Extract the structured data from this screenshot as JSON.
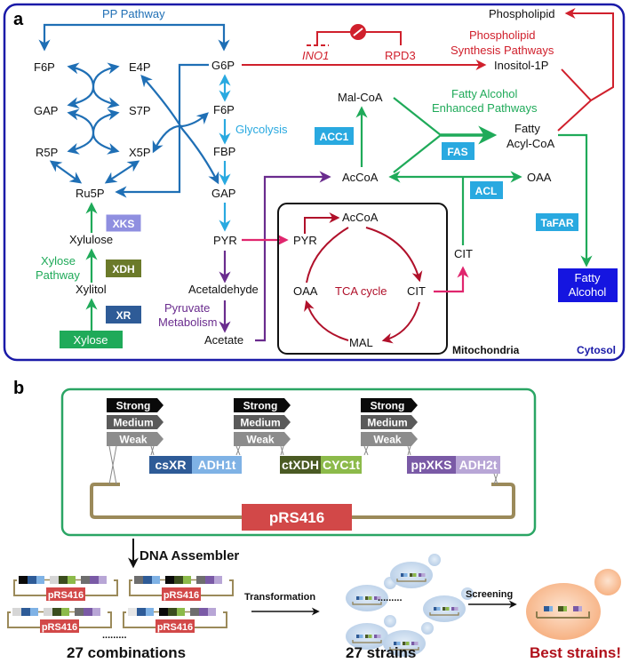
{
  "panel_a": {
    "label": "a",
    "pp_pathway": "PP Pathway",
    "pp_nodes": {
      "f6p": "F6P",
      "e4p": "E4P",
      "gap": "GAP",
      "s7p": "S7P",
      "r5p": "R5P",
      "x5p": "X5P",
      "ru5p": "Ru5P"
    },
    "glycolysis_nodes": {
      "g6p": "G6P",
      "f6p": "F6P",
      "fbp": "FBP",
      "gap": "GAP",
      "pyr": "PYR"
    },
    "glycolysis_label": "Glycolysis",
    "xylose": {
      "xylulose": "Xylulose",
      "xylitol": "Xylitol",
      "xylose": "Xylose",
      "pathway_label_1": "Xylose",
      "pathway_label_2": "Pathway",
      "enzymes": {
        "xks": "XKS",
        "xdh": "XDH",
        "xr": "XR"
      }
    },
    "pyruvate": {
      "acetaldehyde": "Acetaldehyde",
      "acetate": "Acetate",
      "label_1": "Pyruvate",
      "label_2": "Metabolism"
    },
    "regulation": {
      "ino1": "INO1",
      "rpd3": "RPD3"
    },
    "phospholipid": {
      "phospholipid": "Phospholipid",
      "label_1": "Phospholipid",
      "label_2": "Synthesis Pathways",
      "inositol": "Inositol-1P"
    },
    "fatty": {
      "malcoa": "Mal-CoA",
      "label_1": "Fatty Alcohol",
      "label_2": "Enhanced Pathways",
      "fatty_acyl_1": "Fatty",
      "fatty_acyl_2": "Acyl-CoA",
      "accoa": "AcCoA",
      "oaa": "OAA",
      "cit": "CIT",
      "fatty_alcohol_1": "Fatty",
      "fatty_alcohol_2": "Alcohol",
      "enzymes": {
        "acc1": "ACC1",
        "fas": "FAS",
        "acl": "ACL",
        "tafar": "TaFAR"
      }
    },
    "mito": {
      "pyr": "PYR",
      "accoa": "AcCoA",
      "oaa": "OAA",
      "cit": "CIT",
      "mal": "MAL",
      "tca": "TCA cycle",
      "label": "Mitochondria"
    },
    "cytosol_label": "Cytosol",
    "colors": {
      "frame": "#1a1aa8",
      "pp": "#1f6fb5",
      "glyco": "#29a9e0",
      "green": "#1faa59",
      "purple": "#6a2c8e",
      "red": "#d0202c",
      "magenta": "#e0266e",
      "tca": "#b0102a",
      "enzyme_bg": "#29a9e0",
      "fatty_alcohol_box": "#1515e0"
    }
  },
  "panel_b": {
    "label": "b",
    "promoters": [
      "Strong",
      "Medium",
      "Weak"
    ],
    "genes": [
      {
        "gene": "csXR",
        "terminator": "ADH1t",
        "gene_color": "#2e5b97",
        "term_color": "#7fb2e5"
      },
      {
        "gene": "ctXDH",
        "terminator": "CYC1t",
        "gene_color": "#4a5a23",
        "term_color": "#8cba4a"
      },
      {
        "gene": "ppXKS",
        "terminator": "ADH2t",
        "gene_color": "#7a5aa6",
        "term_color": "#b8a6d6"
      }
    ],
    "backbone": "pRS416",
    "assembler_label": "DNA Assembler",
    "mini_plasmid_label": "pRS416",
    "dots": ".........",
    "combinations": "27 combinations",
    "transformation": "Transformation",
    "strains": "27 strains",
    "screening": "Screening",
    "best": "Best strains!",
    "colors": {
      "frame": "#2aa564",
      "backbone": "#9b8a5a",
      "prs416": "#d24848",
      "best": "#b0101a"
    }
  }
}
